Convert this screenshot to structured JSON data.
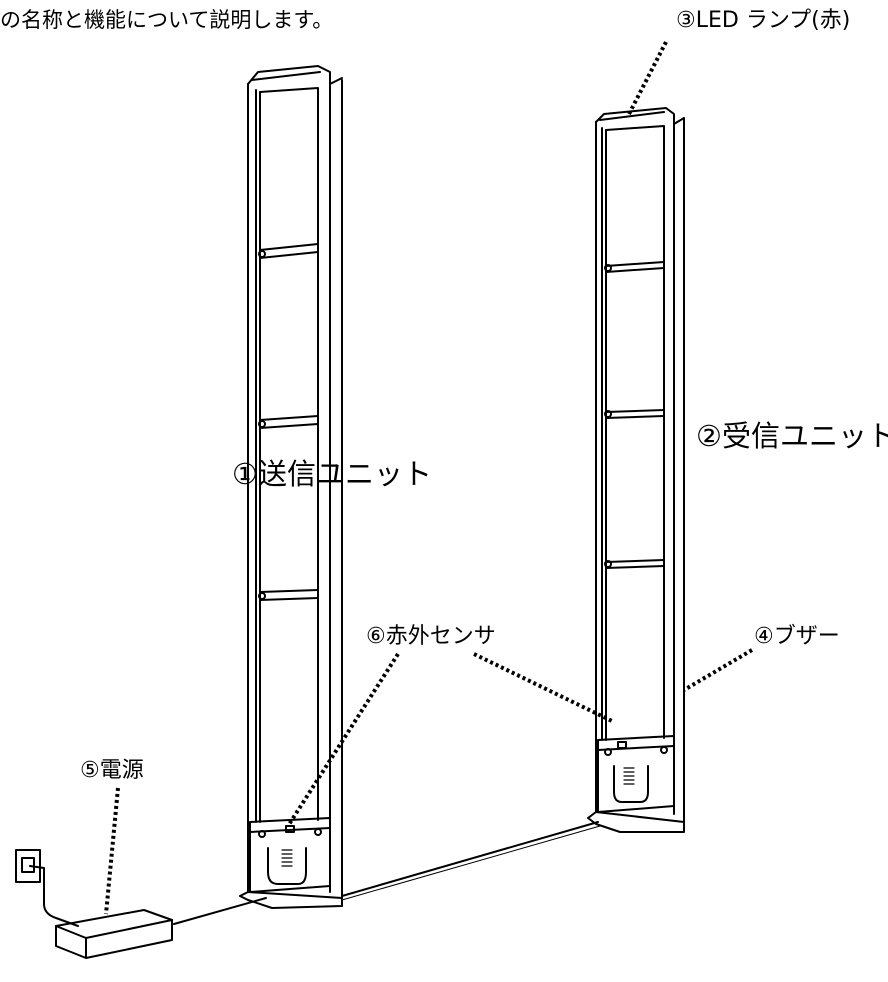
{
  "intro_text": "の名称と機能について説明します。",
  "labels": {
    "led": "③LED ランプ(赤)",
    "receiver": "②受信ユニット",
    "transmitter": "①送信ユニット",
    "ir_sensor": "⑥赤外センサ",
    "buzzer": "④ブザー",
    "power": "⑤電源"
  },
  "colors": {
    "line": "#000000",
    "background": "#ffffff"
  }
}
